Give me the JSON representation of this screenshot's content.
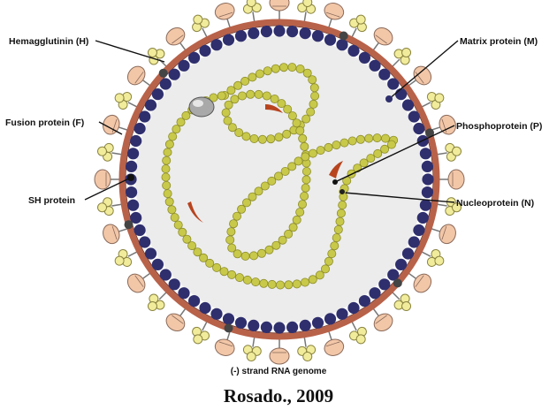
{
  "labels": {
    "hemagglutinin": "Hemagglutinin (H)",
    "fusion": "Fusion protein (F)",
    "sh": "SH protein",
    "matrix": "Matrix protein (M)",
    "phospho": "Phosphoprotein (P)",
    "nucleo": "Nucleoprotein (N)"
  },
  "caption": "(-) strand RNA genome",
  "citation": "Rosado., 2009",
  "colors": {
    "envelope": "#b8624a",
    "matrix_bead": "#2f2f6e",
    "interior": "#ececec",
    "hemagglutinin_head": "#f2c7a8",
    "fusion_head": "#f1ec9c",
    "nucleoprotein_bead": "#c8c84a",
    "phosphoprotein": "#b8441e",
    "polymerase": "#a9a9a9"
  }
}
